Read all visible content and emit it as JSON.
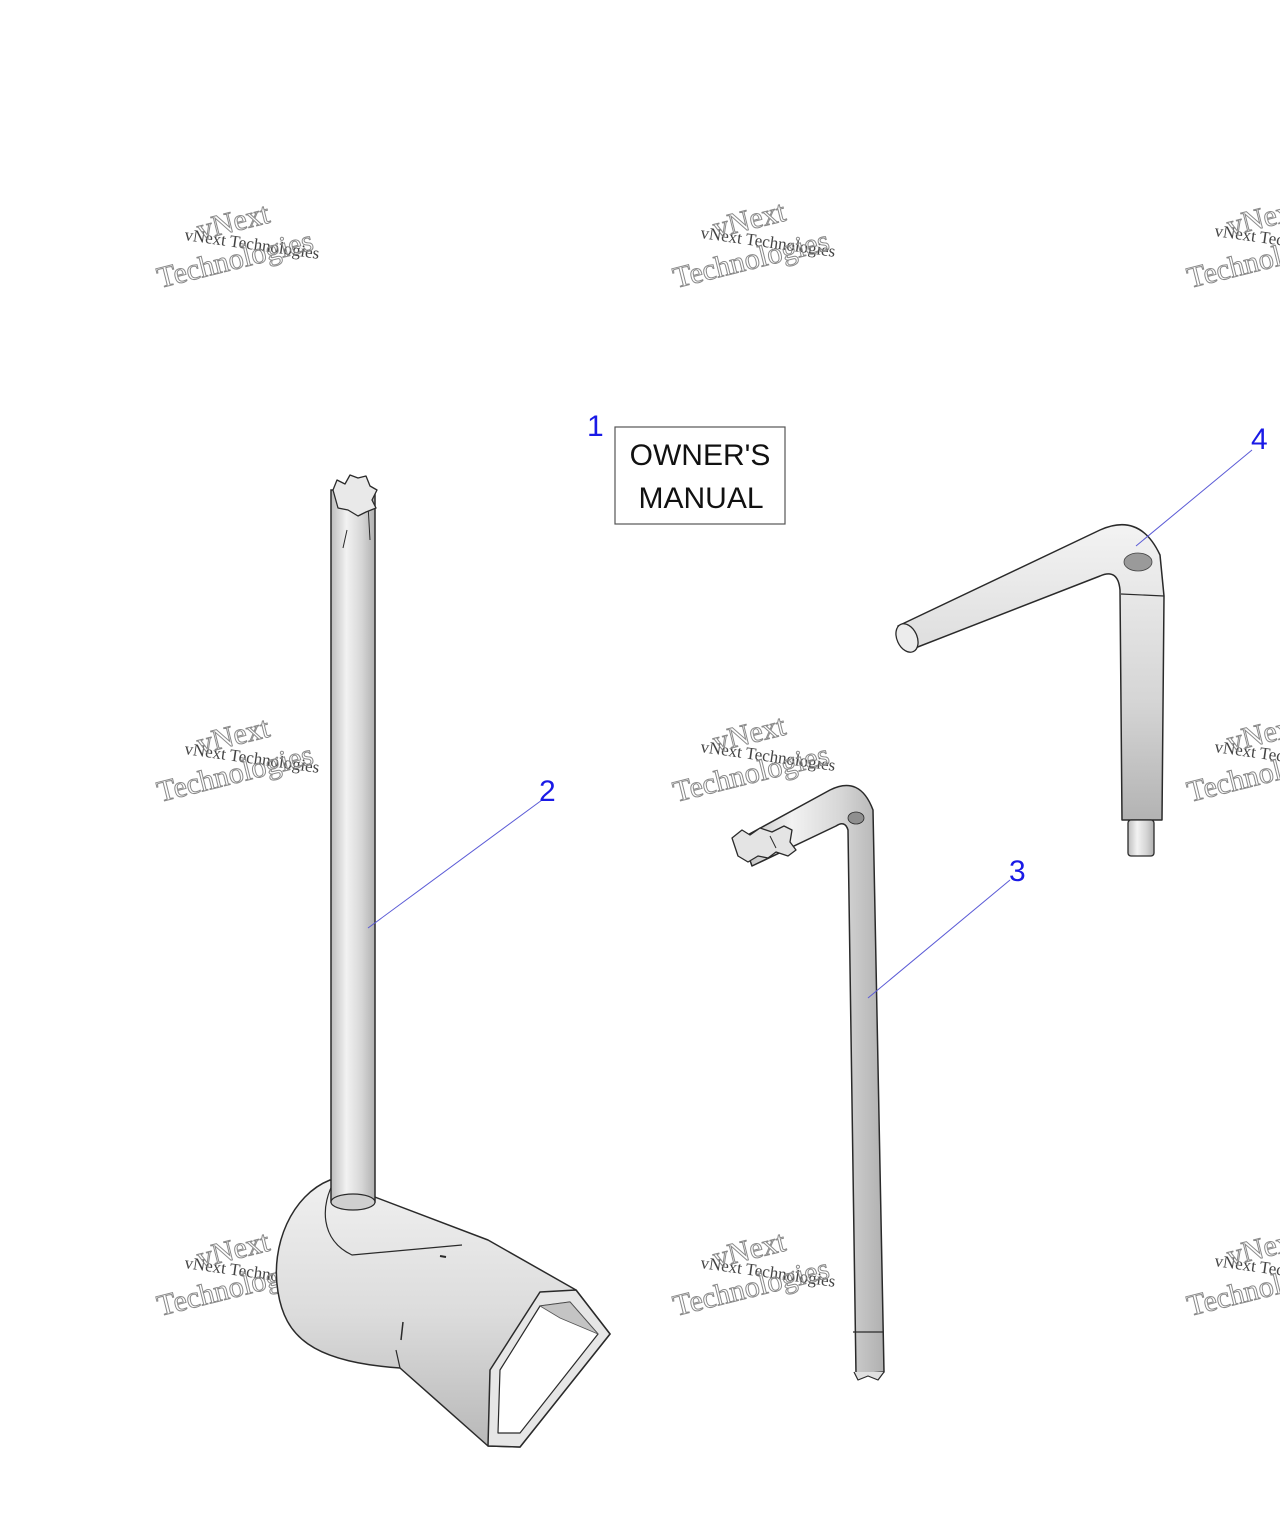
{
  "diagram": {
    "callouts": [
      "1",
      "2",
      "3",
      "4"
    ],
    "owners_manual": {
      "line1": "OWNER'S",
      "line2": "MANUAL"
    },
    "watermark": {
      "line1": "vNext Technologies",
      "line2": "vNext",
      "line3": "Technologies"
    },
    "colors": {
      "callout": "#1a1ae6",
      "leader": "#5b5bd6",
      "outline": "#2a2a2a",
      "part_fill": "#d8d8d8",
      "part_highlight": "#f4f4f4",
      "part_shadow": "#b5b5b5"
    }
  }
}
